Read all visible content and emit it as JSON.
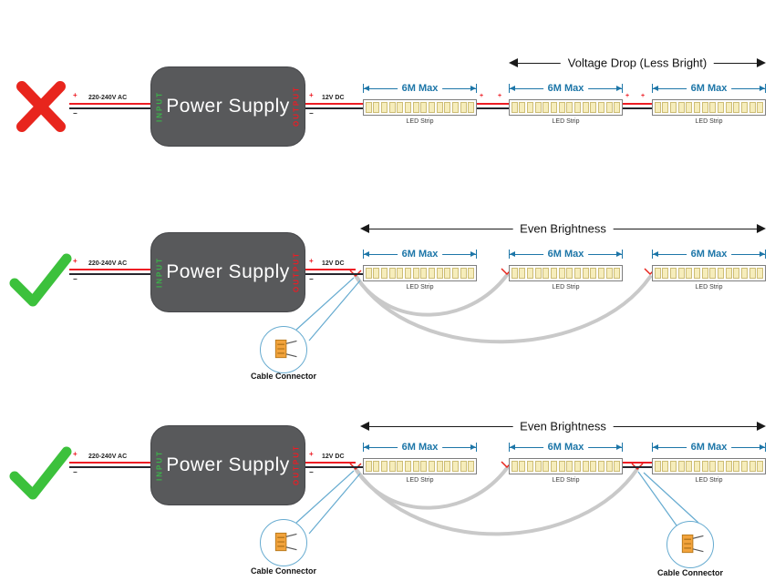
{
  "symbols": {
    "plus": "+",
    "minus": "−"
  },
  "colors": {
    "psu_gray": "#58595b",
    "dimension_blue": "#1d76a8",
    "wire_red": "#ed1c24",
    "input_green": "#3cb44a",
    "wrong_red": "#e8251d",
    "correct_green": "#3cc13c",
    "cable_gray": "#c9c9c9",
    "connector_orange": "#f2a33c",
    "chip_yellow": "#f6edbb"
  },
  "rows": [
    {
      "verdict": "wrong",
      "banner": "Voltage Drop (Less Bright)",
      "psu": {
        "title": "Power Supply",
        "input_label": "INPUT",
        "output_label": "OUTPUT"
      },
      "ac_label": "220-240V AC",
      "dc_label": "12V DC",
      "strips": [
        {
          "dim": "6M Max",
          "label": "LED Strip"
        },
        {
          "dim": "6M Max",
          "label": "LED Strip"
        },
        {
          "dim": "6M Max",
          "label": "LED Strip"
        }
      ],
      "connectors": []
    },
    {
      "verdict": "correct",
      "banner": "Even Brightness",
      "psu": {
        "title": "Power Supply",
        "input_label": "INPUT",
        "output_label": "OUTPUT"
      },
      "ac_label": "220-240V AC",
      "dc_label": "12V DC",
      "strips": [
        {
          "dim": "6M Max",
          "label": "LED Strip"
        },
        {
          "dim": "6M Max",
          "label": "LED Strip"
        },
        {
          "dim": "6M Max",
          "label": "LED Strip"
        }
      ],
      "connectors": [
        {
          "label": "Cable Connector"
        }
      ]
    },
    {
      "verdict": "correct",
      "banner": "Even Brightness",
      "psu": {
        "title": "Power Supply",
        "input_label": "INPUT",
        "output_label": "OUTPUT"
      },
      "ac_label": "220-240V AC",
      "dc_label": "12V DC",
      "strips": [
        {
          "dim": "6M Max",
          "label": "LED Strip"
        },
        {
          "dim": "6M Max",
          "label": "LED Strip"
        },
        {
          "dim": "6M Max",
          "label": "LED Strip"
        }
      ],
      "connectors": [
        {
          "label": "Cable Connector"
        },
        {
          "label": "Cable Connector"
        }
      ]
    }
  ]
}
